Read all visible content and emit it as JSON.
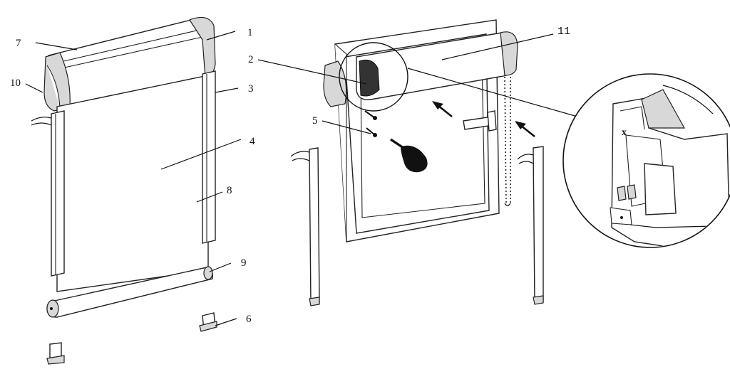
{
  "diagram": {
    "labels": [
      "1",
      "2",
      "3",
      "4",
      "5",
      "6",
      "7",
      "8",
      "9",
      "10",
      "11"
    ],
    "detail_mark": "x"
  }
}
